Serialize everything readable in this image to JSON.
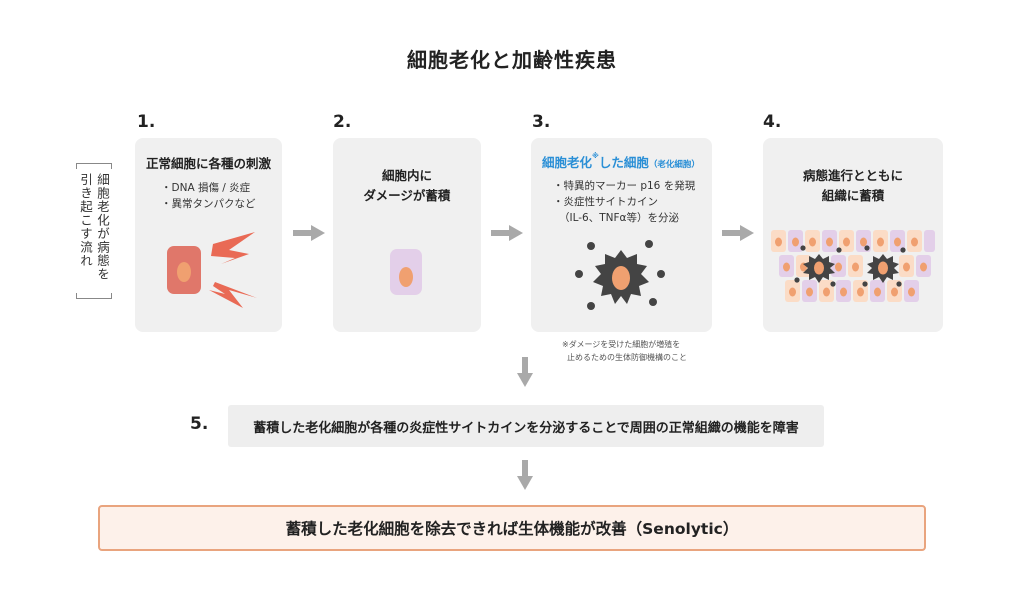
{
  "title": "細胞老化と加齢性疾患",
  "side_label": {
    "col1": "細胞老化が病態を",
    "col2": "引き起こす流れ"
  },
  "steps": [
    {
      "num": "1.",
      "title": "正常細胞に各種の刺激",
      "bullets": [
        "・DNA 損傷 / 炎症",
        "・異常タンパクなど"
      ]
    },
    {
      "num": "2.",
      "title_lines": [
        "細胞内に",
        "ダメージが蓄積"
      ]
    },
    {
      "num": "3.",
      "title": "細胞老化",
      "title_mark": "※",
      "title_tail": "した細胞",
      "title_note": "（老化細胞）",
      "bullets": [
        "・特異的マーカー p16 を発現",
        "・炎症性サイトカイン",
        "（IL-6、TNFα等）を分泌"
      ]
    },
    {
      "num": "4.",
      "title_lines": [
        "病態進行とともに",
        "組織に蓄積"
      ]
    }
  ],
  "footnote": [
    "※ダメージを受けた細胞が増殖を",
    "止めるための生体防御機構のこと"
  ],
  "step5": {
    "num": "5.",
    "text": "蓄積した老化細胞が各種の炎症性サイトカインを分泌することで周囲の正常組織の機能を障害"
  },
  "conclusion": "蓄積した老化細胞を除去できれば生体機能が改善（Senolytic）",
  "colors": {
    "accent_blue": "#2a8fd6",
    "cell_red": "#e0776a",
    "cell_purple": "#e3cfe9",
    "cell_peach": "#fbdcc6",
    "nucleus_orange": "#f0a070",
    "senescent_dark": "#444444",
    "arrow_gray": "#a9a9a9",
    "conclusion_border": "#e9a47e"
  }
}
